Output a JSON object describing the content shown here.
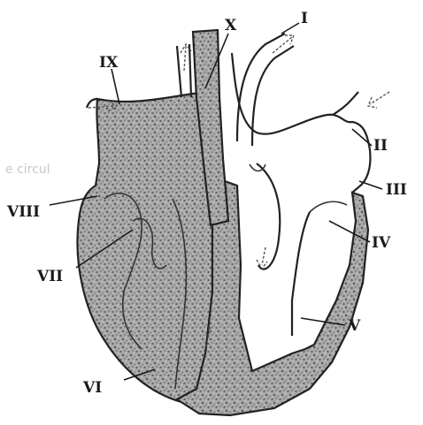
{
  "labels": {
    "I": "I",
    "II": "II",
    "III": "III",
    "IV": "IV",
    "V": "V",
    "VI": "VI",
    "VII": "VII",
    "VIII": "VIII",
    "IX": "IX",
    "X": "X"
  },
  "bleed_text": "e circul"
}
